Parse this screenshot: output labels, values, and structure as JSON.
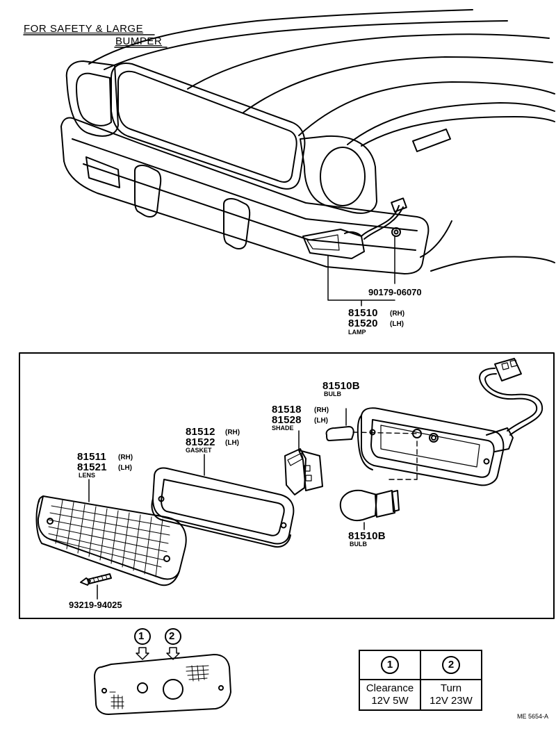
{
  "title": {
    "line1": "FOR SAFETY & LARGE",
    "line2": "BUMPER"
  },
  "upper_labels": {
    "nut": "90179-06070",
    "lamp_rh": "81510",
    "lamp_lh": "81520",
    "rh_tag": "(RH)",
    "lh_tag": "(LH)",
    "lamp_name": "LAMP"
  },
  "exploded": {
    "bulb_top_pn": "81510B",
    "bulb_top_name": "BULB",
    "shade_rh": "81518",
    "shade_lh": "81528",
    "shade_name": "SHADE",
    "gasket_rh": "81512",
    "gasket_lh": "81522",
    "gasket_name": "GASKET",
    "lens_rh": "81511",
    "lens_lh": "81521",
    "lens_name": "LENS",
    "bulb_bottom_pn": "81510B",
    "bulb_bottom_name": "BULB",
    "screw": "93219-94025",
    "rh_tag": "(RH)",
    "lh_tag": "(LH)"
  },
  "callouts": {
    "one": "1",
    "two": "2"
  },
  "legend": {
    "col1_num": "1",
    "col2_num": "2",
    "col1_line1": "Clearance",
    "col1_line2": "12V 5W",
    "col2_line1": "Turn",
    "col2_line2": "12V 23W"
  },
  "drawing_code": "ME 5654-A"
}
